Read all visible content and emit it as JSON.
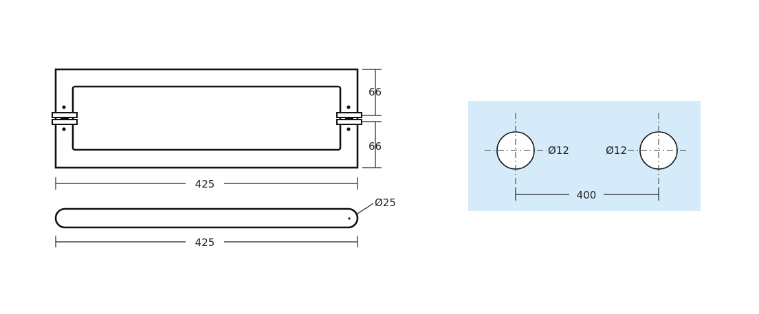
{
  "front_view": {
    "height_upper": "66",
    "height_lower": "66",
    "length": "425"
  },
  "bottom_view": {
    "length": "425",
    "diameter": "Ø25"
  },
  "hole_pattern": {
    "panel_color": "#d6ebfa",
    "left_hole": "Ø12",
    "right_hole": "Ø12",
    "spacing": "400"
  }
}
